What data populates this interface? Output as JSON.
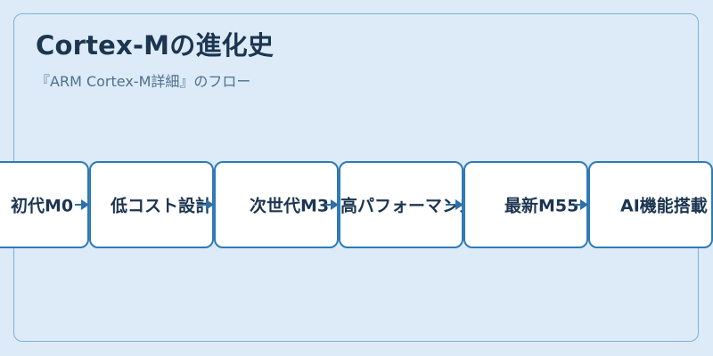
{
  "header": {
    "title": "Cortex-Mの進化史",
    "subtitle": "『ARM Cortex-M詳細』のフロー"
  },
  "flow": {
    "nodes": [
      {
        "label": "初代M0"
      },
      {
        "label": "低コスト設計"
      },
      {
        "label": "次世代M3"
      },
      {
        "label": "高パフォーマンス"
      },
      {
        "label": "最新M55"
      },
      {
        "label": "AI機能搭載"
      }
    ]
  },
  "colors": {
    "background": "#dcebf7",
    "panel_border": "#7fb0d8",
    "node_border": "#2f7ab8",
    "arrow": "#2f6fa6",
    "title_text": "#1c3550",
    "subtitle_text": "#4f6f8f"
  }
}
